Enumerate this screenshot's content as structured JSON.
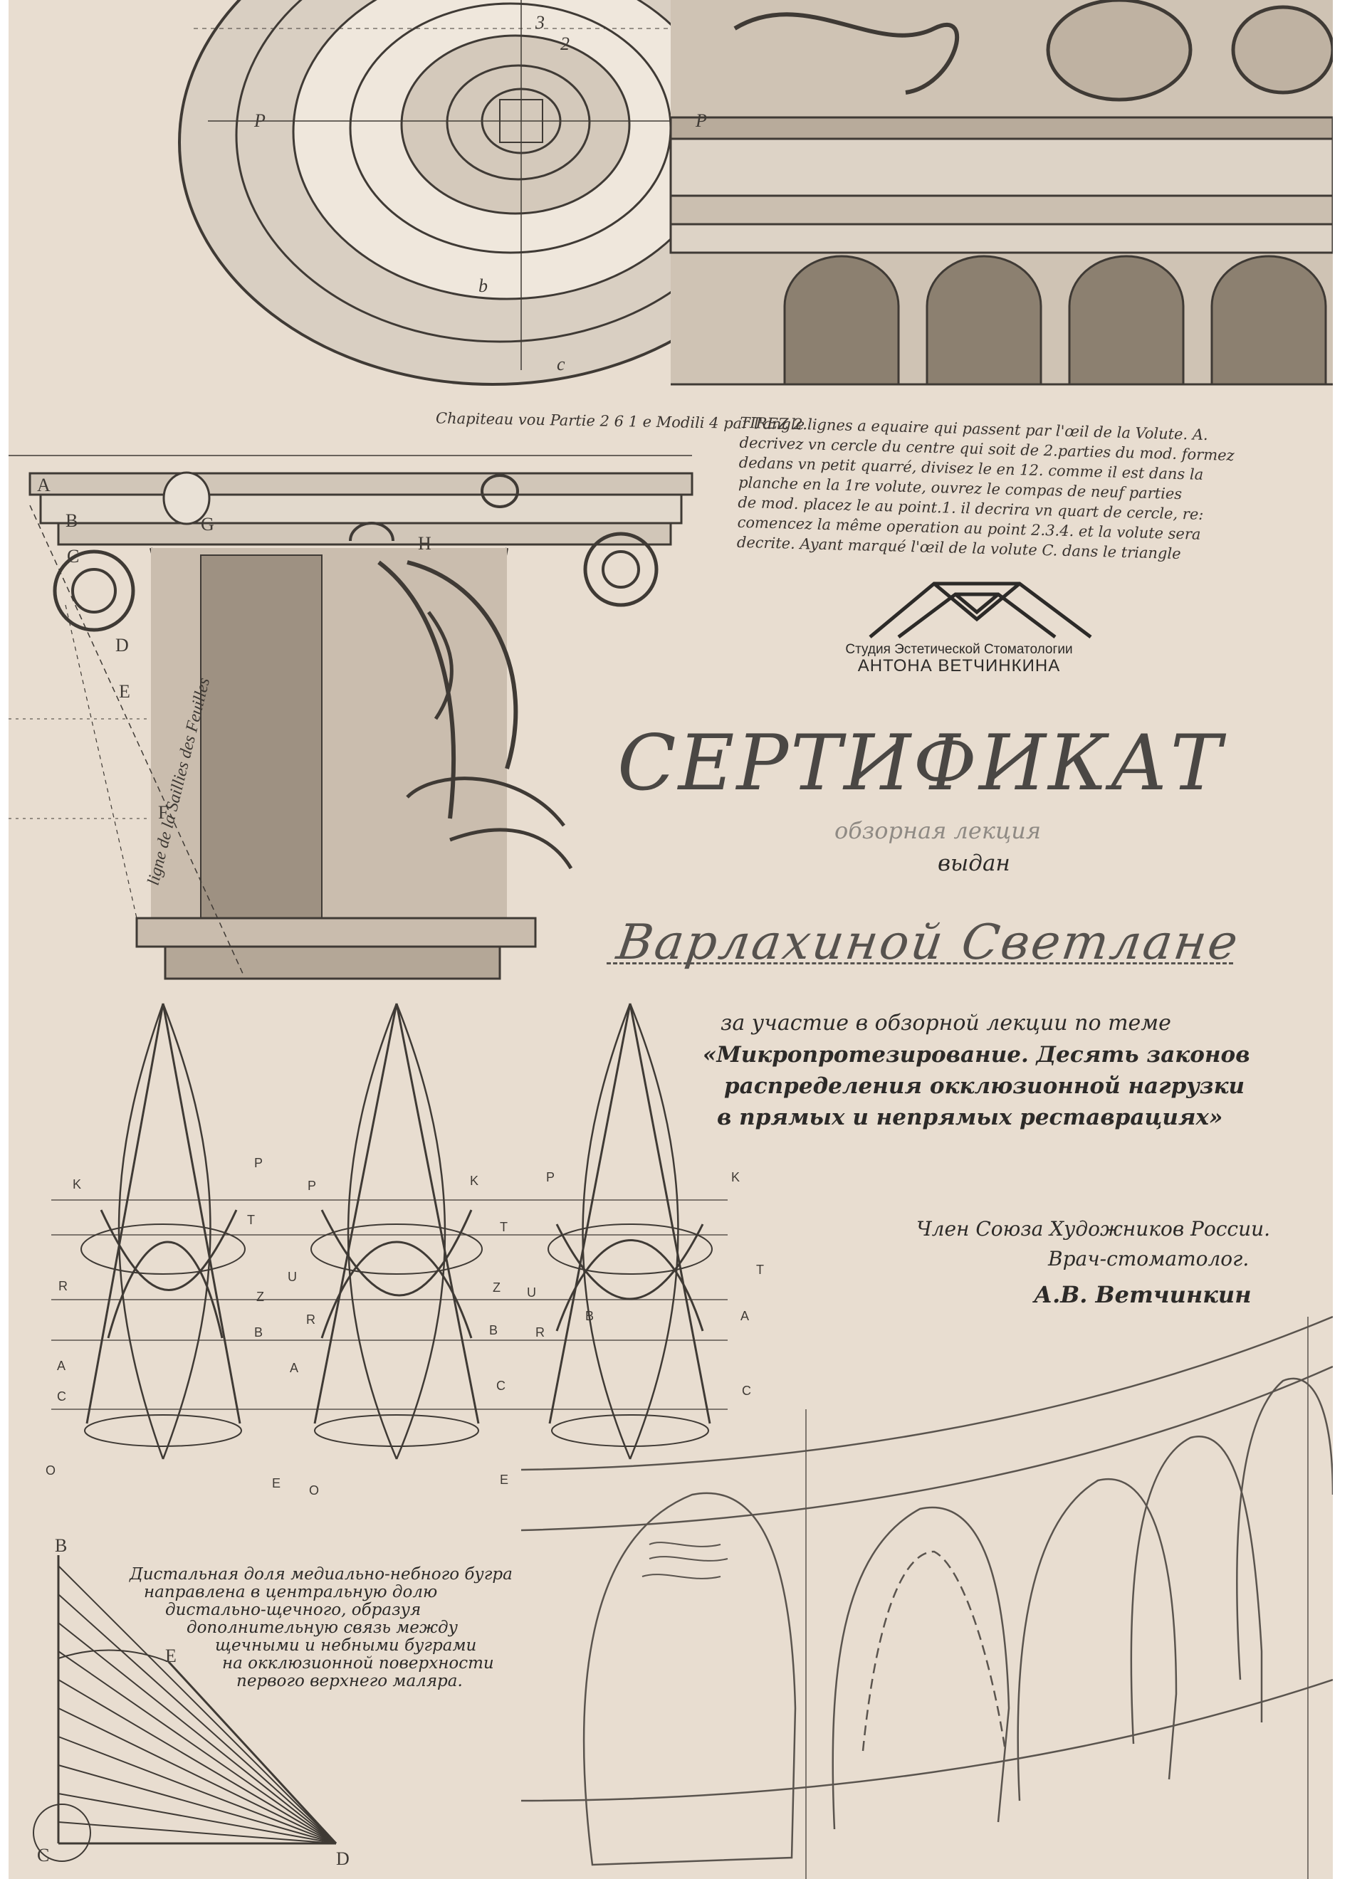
{
  "background_color": "#e8ddd0",
  "ink_color": "#3f3a35",
  "drawings": {
    "volute_labels": [
      "P",
      "P",
      "3",
      "2",
      "c",
      "b"
    ],
    "capital_header": "Chapiteau vou Partie 2 6 1 e Modili 4 par l'angle",
    "capital_letters": [
      "A",
      "B",
      "G",
      "C",
      "D",
      "E",
      "F",
      "H"
    ],
    "capital_side_text": "ligne de la Saillies des Feuilles",
    "cusp_labels": [
      "K",
      "P",
      "P",
      "K",
      "P",
      "K",
      "T",
      "T",
      "T",
      "R",
      "U",
      "Z",
      "Z",
      "U",
      "B",
      "R",
      "B",
      "R",
      "B",
      "A",
      "A",
      "A",
      "C",
      "C",
      "C",
      "O",
      "E",
      "O",
      "E"
    ],
    "fan_labels": [
      "B",
      "E",
      "C",
      "D"
    ]
  },
  "volute_notes": [
    "TIREZ 2.lignes a equaire qui passent par l'œil de la Volute. A.",
    "decrivez vn cercle du centre qui soit de 2.parties du mod. formez",
    "dedans vn petit quarré, divisez le en 12. comme il est dans la",
    "planche en la 1re volute, ouvrez le compas de neuf parties",
    "de mod. placez le au point.1. il decrira vn quart de cercle, re:",
    "comencez la même operation au point 2.3.4. et la volute sera",
    "decrite.   Ayant marqué l'œil de la volute C. dans le triangle"
  ],
  "logo": {
    "icon_name": "studio-logo-icon",
    "line1": "Студия Эстетической Стоматологии",
    "line2": "АНТОНА ВЕТЧИНКИНА"
  },
  "certificate": {
    "title": "СЕРТИФИКАТ",
    "subtitle": "обзорная лекция",
    "issued": "выдан",
    "recipient": "Варлахиной Светлане",
    "participation": "за участие в обзорной лекции  по теме",
    "topic_lines": [
      "«Микропротезирование. Десять законов",
      "распределения окклюзионной нагрузки",
      "в прямых и непрямых реставрациях»"
    ]
  },
  "author": {
    "role1": "Член Союза Художников России.",
    "role2": "Врач-стоматолог.",
    "name": "А.В. Ветчинкин"
  },
  "caption_lines": [
    "Дистальная доля медиально-небного бугра",
    "направлена в центральную долю",
    "дистально-щечного, образуя",
    "дополнительную связь между",
    "щечными и небными буграми",
    "на окклюзионной поверхности",
    "первого верхнего маляра."
  ]
}
